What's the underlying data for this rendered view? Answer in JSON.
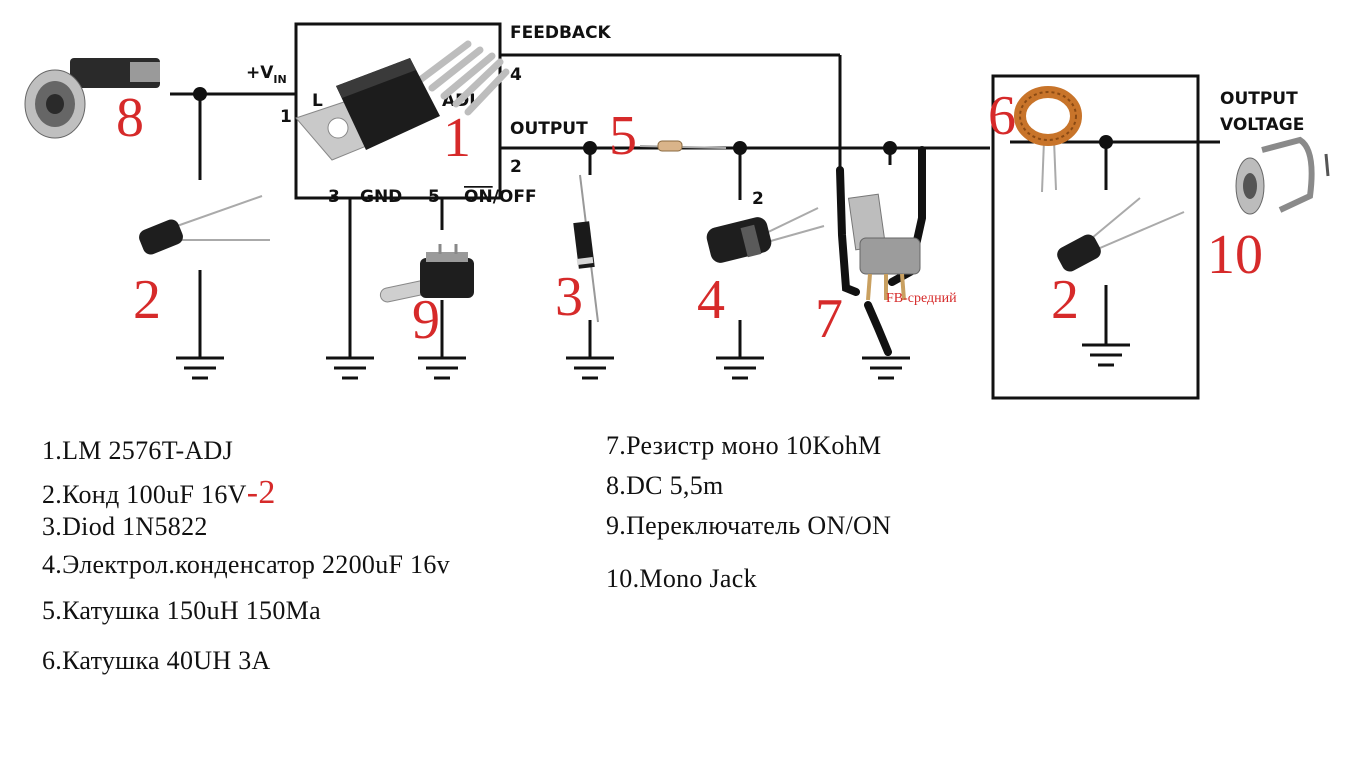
{
  "diagram": {
    "pins": {
      "feedback": "FEEDBACK",
      "feedback_num": "4",
      "vin": "+V",
      "vin_sub": "IN",
      "vin_num": "1",
      "output": "OUTPUT",
      "output_num": "2",
      "gnd_num": "3",
      "gnd": "GND",
      "onoff_num": "5",
      "on": "ON",
      "off": "/OFF",
      "chip_partial_left": "L",
      "chip_partial_right": "ADJ",
      "output_voltage_line1": "OUTPUT",
      "output_voltage_line2": "VOLTAGE"
    },
    "callouts": {
      "n1": "1",
      "n2a": "2",
      "n2b": "2",
      "n3": "3",
      "n4": "4",
      "n5": "5",
      "n6": "6",
      "n7": "7",
      "n8": "8",
      "n9": "9",
      "n10": "10"
    },
    "pot_note": "FB-средний",
    "cap_bar_label": "2"
  },
  "legend": {
    "item1": "1.LM 2576T-ADJ",
    "item2": "2.Конд 100uF 16V",
    "item2_tag": "-2",
    "item3": "3.Diod 1N5822",
    "item4": "4.Электрол.конденсатор 2200uF 16v",
    "item5": "5.Катушка 150uH 150Ma",
    "item6": "6.Катушка 40UH 3A",
    "item7": "7.Резистр моно 10KohM",
    "item8": "8.DC 5,5m",
    "item9": "9.Переключатель ON/ON",
    "item10": "10.Mono Jack"
  },
  "colors": {
    "callout": "#d62a2a",
    "wire": "#111111"
  }
}
